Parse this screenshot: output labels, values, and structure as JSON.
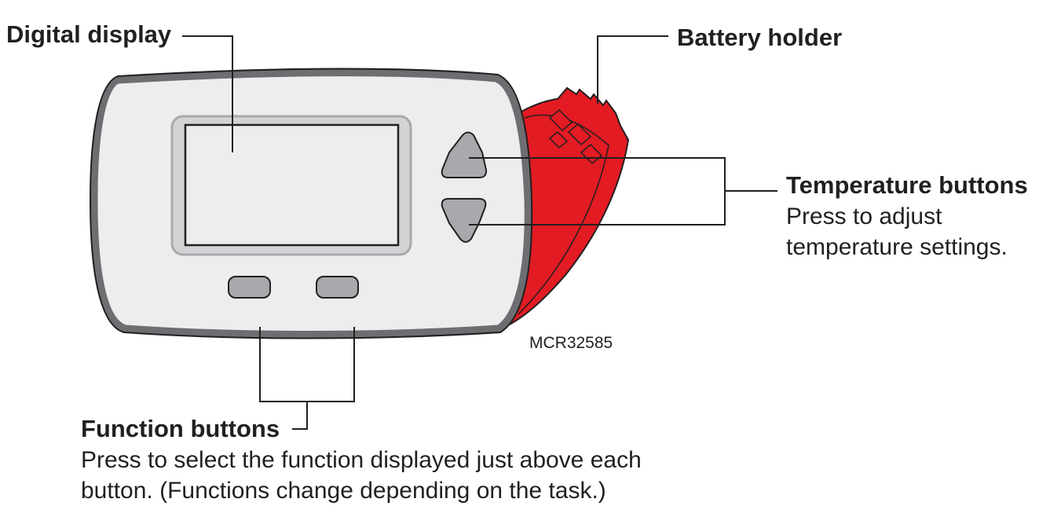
{
  "labels": {
    "digital_display": "Digital display",
    "battery_holder": "Battery holder",
    "temperature_buttons": {
      "title": "Temperature buttons",
      "description_lines": [
        "Press to adjust",
        "temperature settings."
      ]
    },
    "function_buttons": {
      "title": "Function buttons",
      "description_lines": [
        "Press to select the function displayed just above each",
        "button. (Functions change depending on the task.)"
      ]
    },
    "figure_code": "MCR32585"
  },
  "colors": {
    "battery_holder_red": "#e31b23",
    "body_outline": "#6d6e71",
    "body_fill": "#ededee",
    "button_fill": "#a7a9ac",
    "text": "#231f20"
  }
}
